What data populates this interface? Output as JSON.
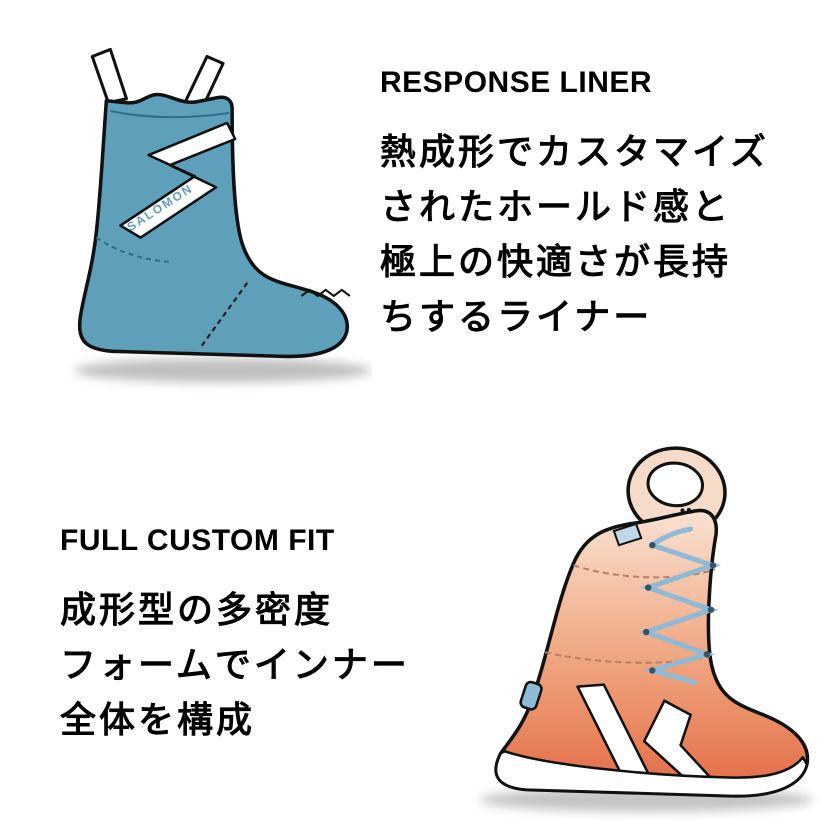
{
  "sections": {
    "response_liner": {
      "heading": "RESPONSE LINER",
      "lines": {
        "0": "熱成形でカスタマイズ",
        "1": "されたホールド感と",
        "2": "極上の快適さが長持",
        "3": "ちするライナー"
      }
    },
    "full_custom_fit": {
      "heading": "FULL CUSTOM FIT",
      "lines": {
        "0": "成形型の多密度",
        "1": "フォームでインナー",
        "2": "全体を構成"
      }
    }
  },
  "branding": {
    "boot_logo_text": "SALOMON"
  },
  "colors": {
    "text": "#000000",
    "teal_boot": "#5E9FBA",
    "coral_light": "#F9E2D2",
    "coral_deep": "#E26844",
    "lace_blue": "#8FBAD6"
  }
}
